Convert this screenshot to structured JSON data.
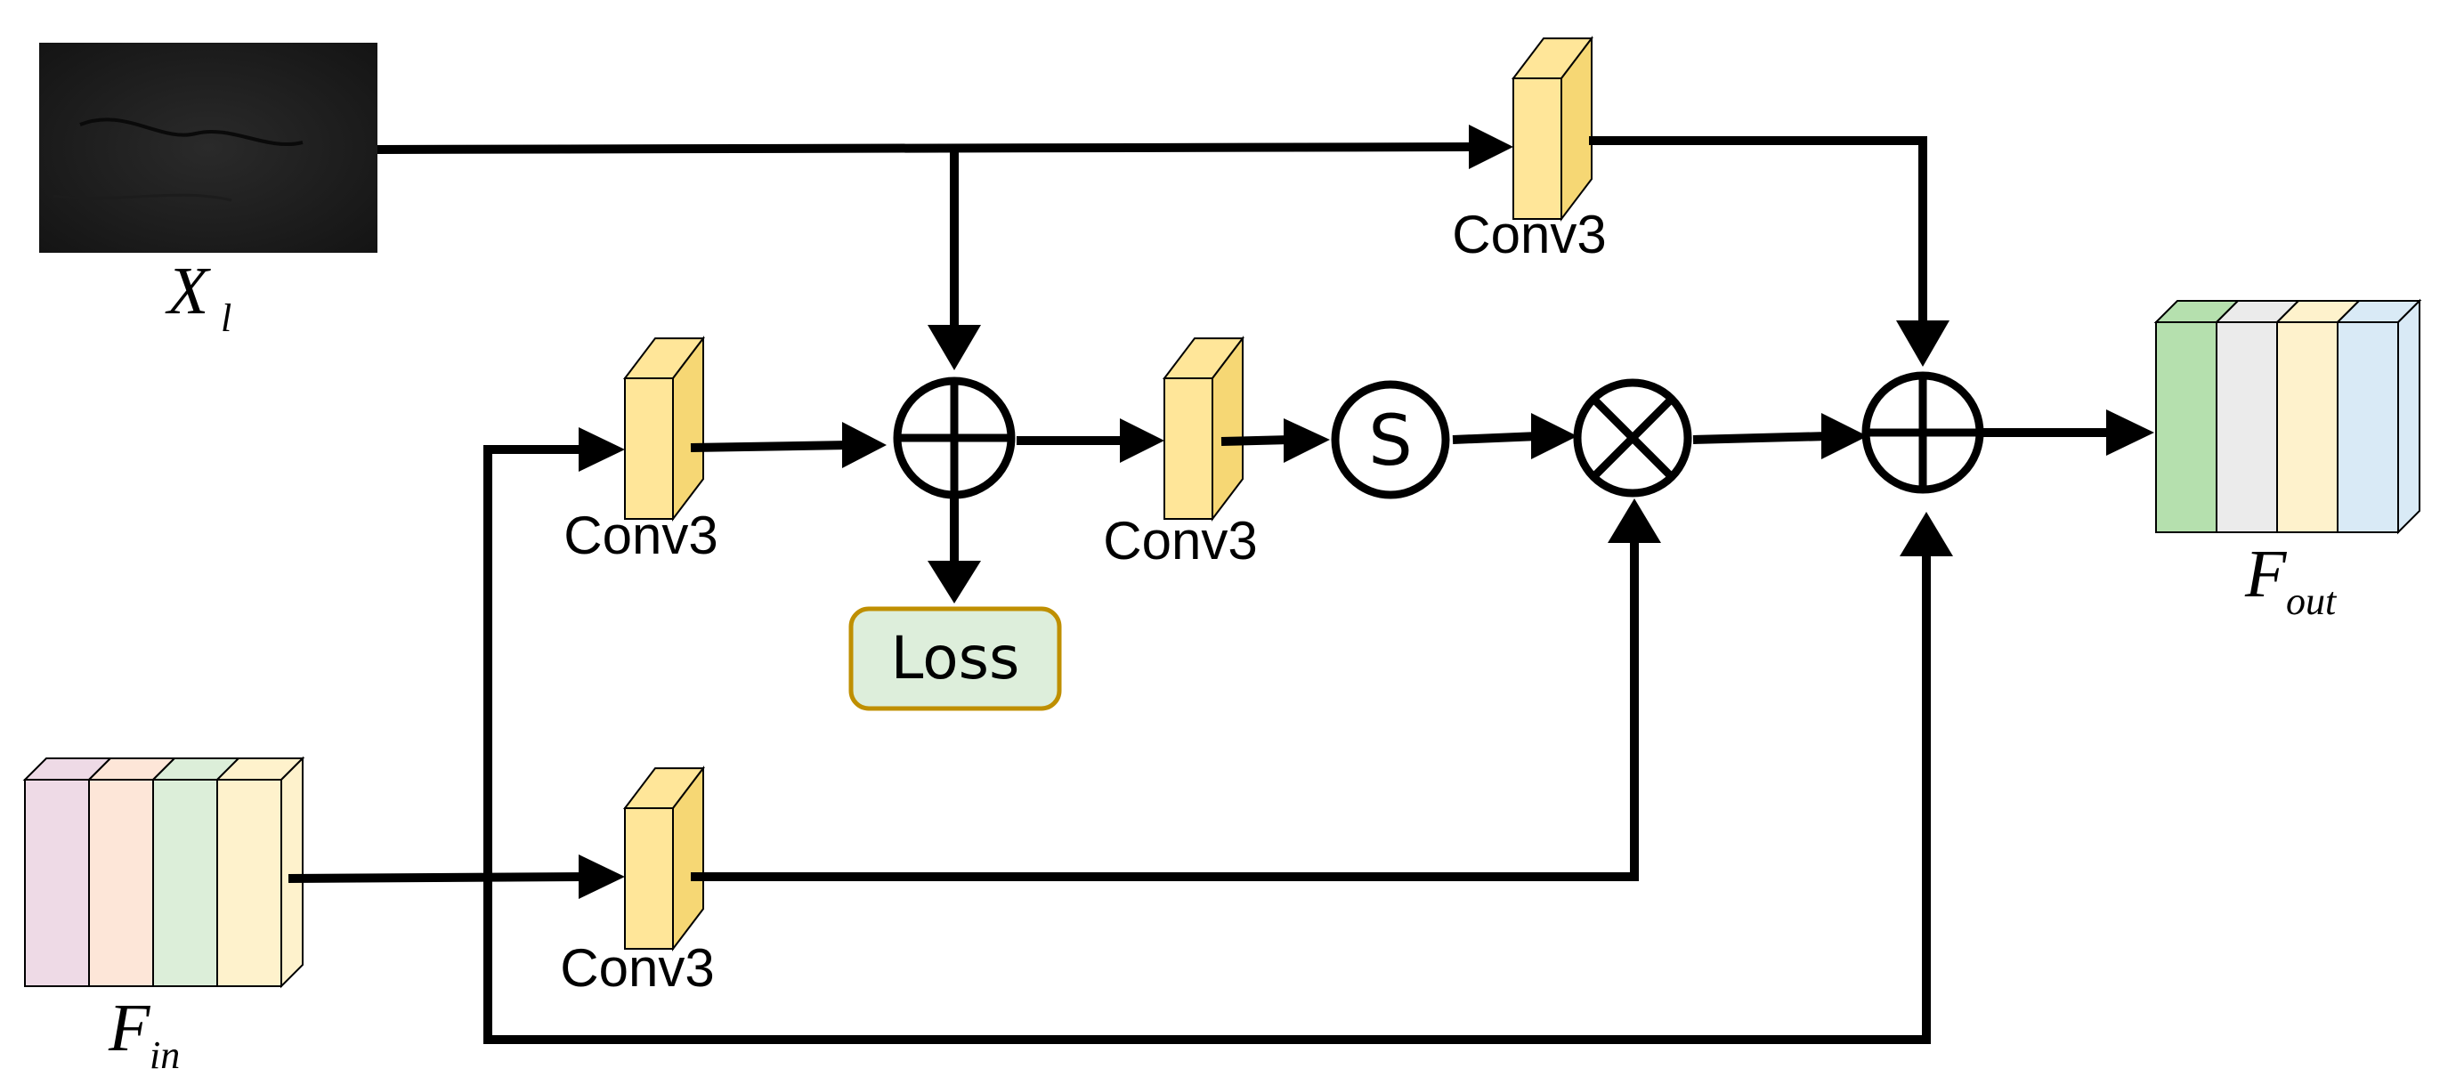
{
  "conv_label": "Conv3",
  "loss_label": "Loss",
  "sigmoid_symbol": "S",
  "inputs": {
    "image": {
      "symbol": "X",
      "subscript": "l"
    },
    "features": {
      "symbol": "F",
      "subscript": "in"
    }
  },
  "output": {
    "symbol": "F",
    "subscript": "out"
  },
  "colors": {
    "conv_fill": "#FFE699",
    "conv_side": "#F6D774",
    "loss_fill": "#DDEEDB",
    "loss_border": "#BF8F00",
    "fin_slices": [
      "#EEDAE6",
      "#FDE6D8",
      "#DCEED9",
      "#FEF2CC"
    ],
    "fout_slices": [
      "#B5E0AE",
      "#EBEBEB",
      "#FEF2CC",
      "#D9EAF6"
    ]
  },
  "operators": [
    "add",
    "add-loss",
    "sigmoid",
    "multiply",
    "add-final"
  ]
}
